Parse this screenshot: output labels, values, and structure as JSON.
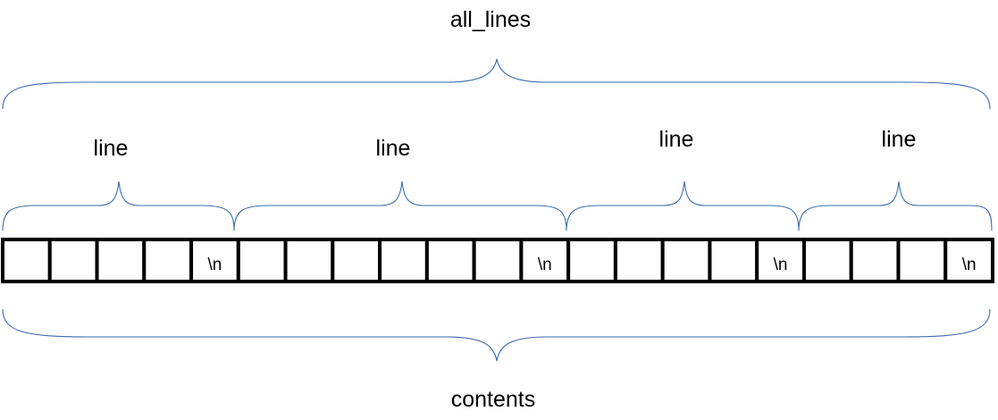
{
  "title": "all_lines",
  "bottom_label": "contents",
  "lines": [
    {
      "label": "line"
    },
    {
      "label": "line"
    },
    {
      "label": "line"
    },
    {
      "label": "line"
    }
  ],
  "cells": [
    "",
    "",
    "",
    "",
    "\\n",
    "",
    "",
    "",
    "",
    "",
    "",
    "\\n",
    "",
    "",
    "",
    "",
    "\\n",
    "",
    "",
    "",
    "\\n"
  ],
  "colors": {
    "brace": "#3b6bb0",
    "cell_border": "#000000",
    "text": "#000000"
  }
}
